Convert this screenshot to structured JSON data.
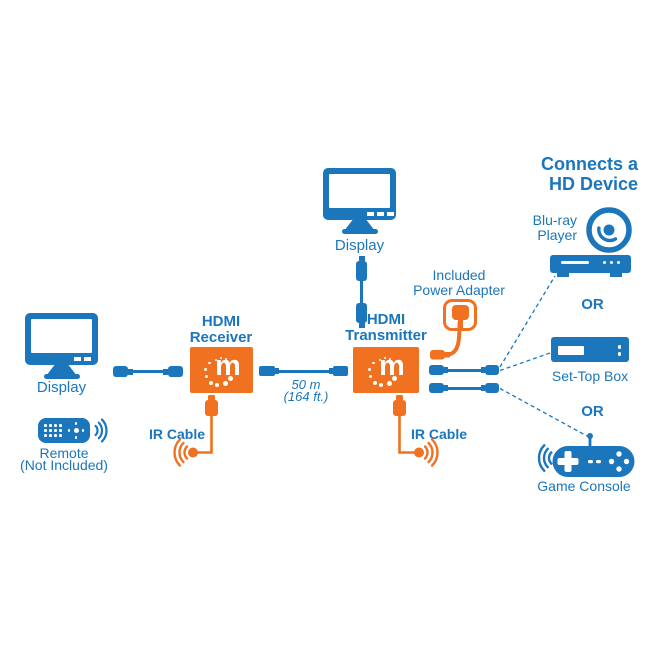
{
  "title": {
    "line1": "Connects a",
    "line2": "HD Device"
  },
  "left_display": {
    "label": "Display"
  },
  "center_display": {
    "label": "Display"
  },
  "remote": {
    "label": "Remote",
    "note": "(Not Included)"
  },
  "receiver": {
    "label_line1": "HDMI",
    "label_line2": "Receiver",
    "logo_letter": "m",
    "ir_label": "IR Cable"
  },
  "link_cable": {
    "length": "50 m",
    "length_ft": "(164 ft.)"
  },
  "transmitter": {
    "label_line1": "HDMI",
    "label_line2": "Transmitter",
    "logo_letter": "m",
    "ir_label": "IR Cable"
  },
  "power": {
    "line1": "Included",
    "line2": "Power Adapter"
  },
  "devices": {
    "bluray": {
      "line1": "Blu-ray",
      "line2": "Player"
    },
    "or1": "OR",
    "settop": {
      "label": "Set-Top Box"
    },
    "or2": "OR",
    "console": {
      "label": "Game Console"
    }
  },
  "colors": {
    "blue": "#1B76BC",
    "orange": "#F0711F"
  }
}
